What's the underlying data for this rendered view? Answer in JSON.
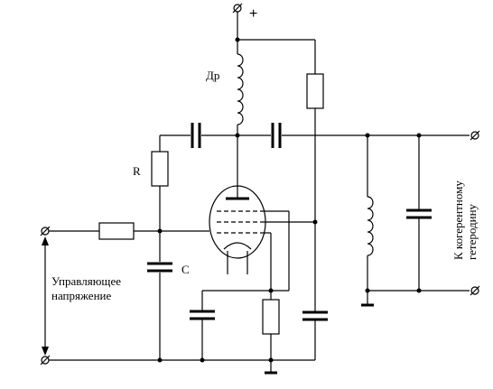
{
  "labels": {
    "plus": "+",
    "choke": "Др",
    "resistor_r": "R",
    "capacitor_c": "C",
    "control_voltage_line1": "Управляющее",
    "control_voltage_line2": "напряжение",
    "output_line1": "К когерентному",
    "output_line2": "гетеродину"
  }
}
